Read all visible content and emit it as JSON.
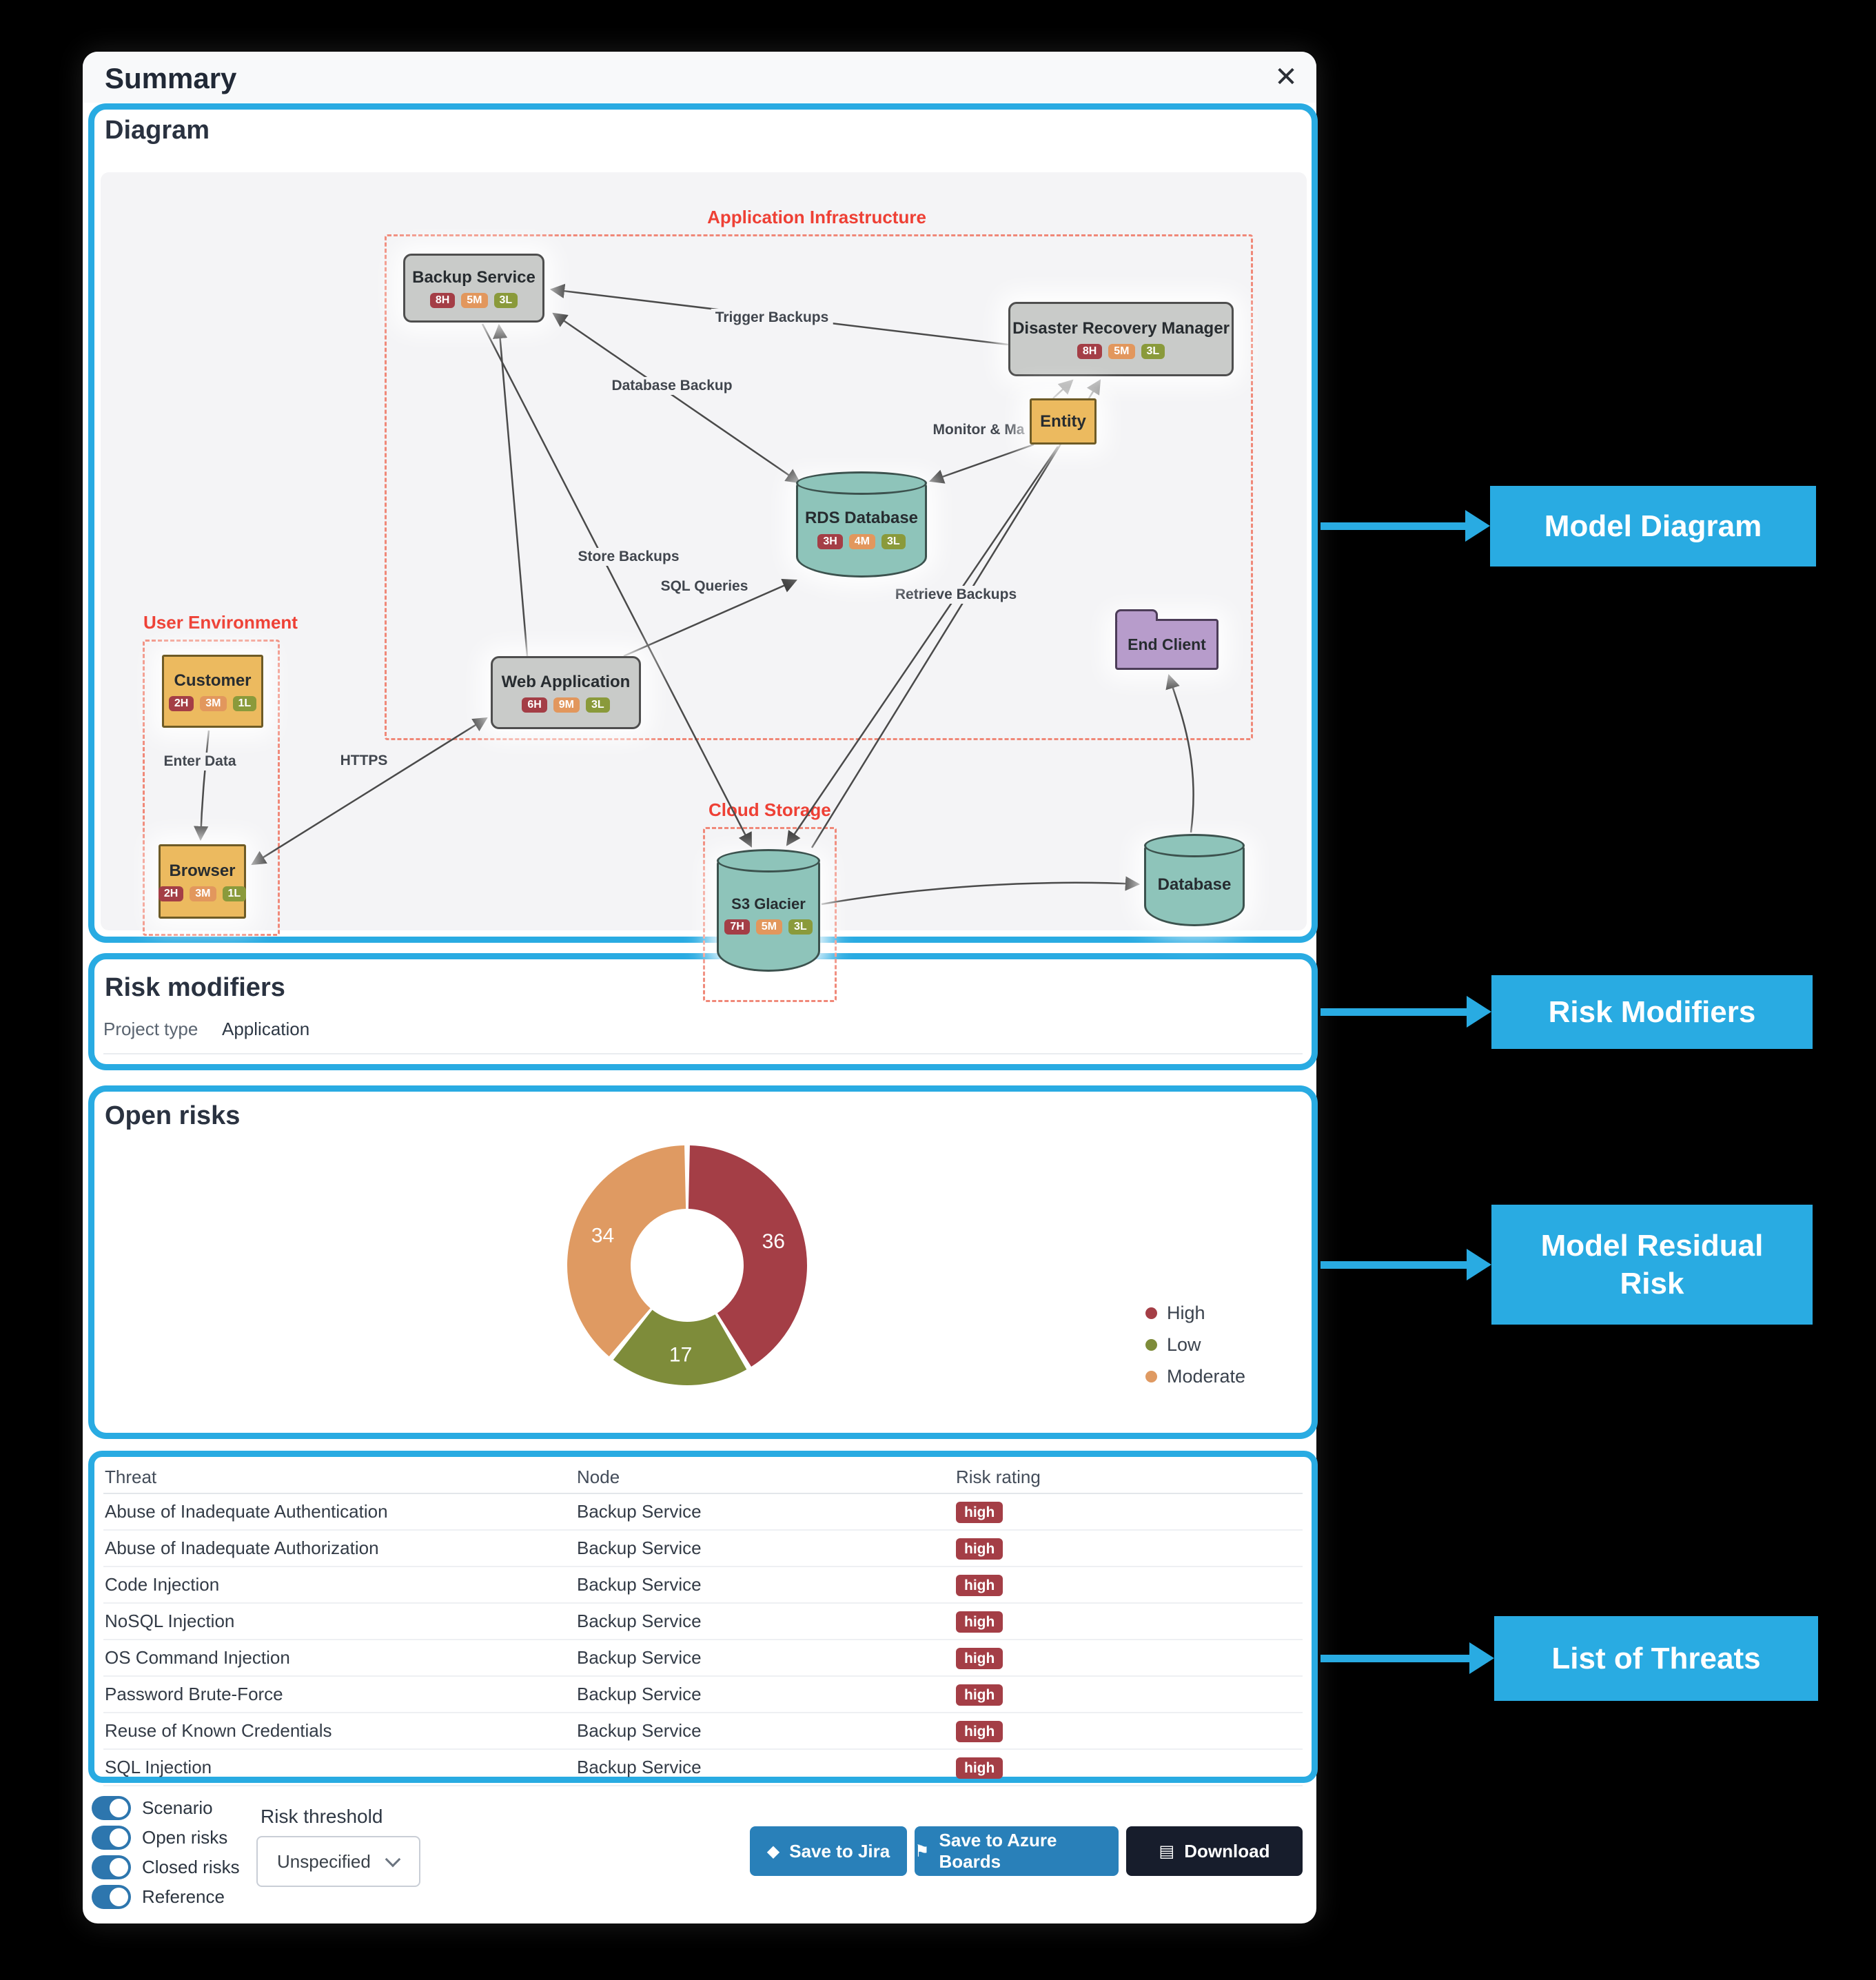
{
  "colors": {
    "accent_blue": "#29ABE2",
    "badge_high": "#A43E46",
    "badge_moderate": "#E2975D",
    "badge_low": "#8A9A3B",
    "button_blue": "#2980B9",
    "button_dark": "#171D2C",
    "toggle_blue": "#2D76AE",
    "group_border_red": "#F08878",
    "group_label_red": "#EE4035"
  },
  "modal": {
    "title": "Summary"
  },
  "sections": {
    "diagram": "Diagram",
    "risk_modifiers": "Risk modifiers",
    "open_risks": "Open risks"
  },
  "diagram": {
    "groups": {
      "app_infra": "Application Infrastructure",
      "user_env": "User Environment",
      "cloud_storage": "Cloud Storage"
    },
    "nodes": {
      "backup_service": {
        "label": "Backup Service",
        "badges": [
          "8H",
          "5M",
          "3L"
        ]
      },
      "drm": {
        "label": "Disaster Recovery Manager",
        "badges": [
          "8H",
          "5M",
          "3L"
        ]
      },
      "entity": {
        "label": "Entity",
        "badges": []
      },
      "rds": {
        "label": "RDS Database",
        "badges": [
          "3H",
          "4M",
          "3L"
        ]
      },
      "web_app": {
        "label": "Web Application",
        "badges": [
          "6H",
          "9M",
          "3L"
        ]
      },
      "customer": {
        "label": "Customer",
        "badges": [
          "2H",
          "3M",
          "1L"
        ]
      },
      "browser": {
        "label": "Browser",
        "badges": [
          "2H",
          "3M",
          "1L"
        ]
      },
      "s3_glacier": {
        "label": "S3 Glacier",
        "badges": [
          "7H",
          "5M",
          "3L"
        ]
      },
      "end_client": {
        "label": "End Client",
        "badges": []
      },
      "database": {
        "label": "Database",
        "badges": []
      }
    },
    "edge_labels": {
      "trigger_backups": "Trigger Backups",
      "database_backup": "Database Backup",
      "monitor": "Monitor & Ma",
      "store_backups": "Store Backups",
      "sql_queries": "SQL Queries",
      "retrieve_backups": "Retrieve Backups",
      "enter_data": "Enter Data",
      "https": "HTTPS"
    }
  },
  "risk_modifiers": {
    "project_type_label": "Project type",
    "project_type_value": "Application"
  },
  "chart_data": {
    "type": "pie",
    "title": "Open risks",
    "labels": [
      "High",
      "Low",
      "Moderate"
    ],
    "values": [
      36,
      17,
      34
    ],
    "colors": [
      "#A43E46",
      "#7E8C3A",
      "#DF9A62"
    ],
    "donut": true,
    "inner_radius_ratio": 0.47,
    "legend_position": "right"
  },
  "threat_table": {
    "columns": [
      "Threat",
      "Node",
      "Risk rating"
    ],
    "rows": [
      {
        "threat": "Abuse of Inadequate Authentication",
        "node": "Backup Service",
        "rating": "high"
      },
      {
        "threat": "Abuse of Inadequate Authorization",
        "node": "Backup Service",
        "rating": "high"
      },
      {
        "threat": "Code Injection",
        "node": "Backup Service",
        "rating": "high"
      },
      {
        "threat": "NoSQL Injection",
        "node": "Backup Service",
        "rating": "high"
      },
      {
        "threat": "OS Command Injection",
        "node": "Backup Service",
        "rating": "high"
      },
      {
        "threat": "Password Brute-Force",
        "node": "Backup Service",
        "rating": "high"
      },
      {
        "threat": "Reuse of Known Credentials",
        "node": "Backup Service",
        "rating": "high"
      },
      {
        "threat": "SQL Injection",
        "node": "Backup Service",
        "rating": "high"
      }
    ]
  },
  "controls": {
    "toggles": [
      "Scenario",
      "Open risks",
      "Closed risks",
      "Reference"
    ],
    "risk_threshold_label": "Risk threshold",
    "risk_threshold_value": "Unspecified",
    "buttons": {
      "jira": "Save to Jira",
      "azure": "Save to Azure Boards",
      "download": "Download"
    }
  },
  "callouts": {
    "model_diagram": "Model Diagram",
    "risk_modifiers": "Risk Modifiers",
    "model_residual_risk": "Model Residual Risk",
    "list_of_threats": "List of Threats"
  }
}
